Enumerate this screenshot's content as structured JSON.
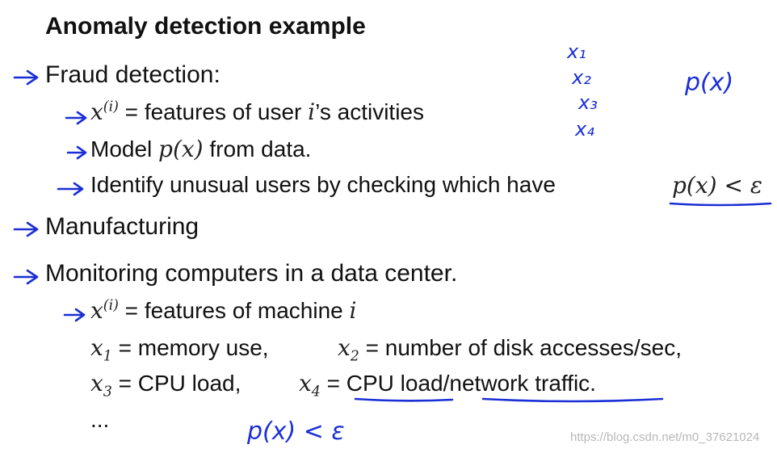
{
  "slide": {
    "title": "Anomaly detection example",
    "bullets": {
      "fraud": "Fraud detection:",
      "fraud_sub1_math_base": "x",
      "fraud_sub1_math_sup": "(i)",
      "fraud_sub1_text_a": " = features of user ",
      "fraud_sub1_math_i": "i",
      "fraud_sub1_text_b": "’s activities",
      "fraud_sub2_text_a": "Model ",
      "fraud_sub2_math": "p(x)",
      "fraud_sub2_text_b": " from data.",
      "fraud_sub3_text": "Identify unusual users by checking which have",
      "fraud_sub3_math": "p(x) < ε",
      "manufacturing": "Manufacturing",
      "monitoring": "Monitoring computers in a data center.",
      "mon_sub1_math_base": "x",
      "mon_sub1_math_sup": "(i)",
      "mon_sub1_text": " = features of machine ",
      "mon_sub1_math_i": "i",
      "mon_x1_base": "x",
      "mon_x1_sub": "1",
      "mon_x1_text": " = memory use,",
      "mon_x2_base": "x",
      "mon_x2_sub": "2",
      "mon_x2_text": " = number of disk accesses/sec,",
      "mon_x3_base": "x",
      "mon_x3_sub": "3",
      "mon_x3_text": " = CPU load,",
      "mon_x4_base": "x",
      "mon_x4_sub": "4",
      "mon_x4_eq": " = ",
      "mon_x4_part1": "CPU load",
      "mon_x4_slash": "/",
      "mon_x4_part2": "network traffic",
      "mon_x4_period": ".",
      "ellipsis": "..."
    },
    "handwriting": {
      "x1": "x₁",
      "x2": "x₂",
      "x3": "x₃",
      "x4": "x₄",
      "px": "p(x)",
      "px_lt_eps": "p(x) < ε"
    },
    "watermark": "https://blog.csdn.net/m0_37621024",
    "colors": {
      "ink": "#1a2fd6",
      "text": "#111111"
    }
  }
}
